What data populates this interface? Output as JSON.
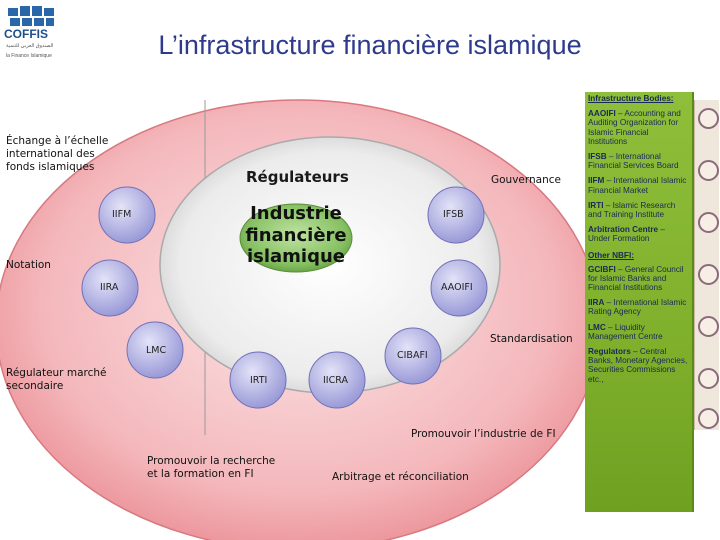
{
  "title": "L’infrastructure financière islamique",
  "logo": {
    "name": "COFFIS",
    "tagline_ar": "الصندوق العربي للتنمية",
    "tagline": "la Finance Islamique"
  },
  "diagram": {
    "center": [
      "Industrie",
      "financière",
      "islamique"
    ],
    "middle_ring": "Régulateurs",
    "labels": {
      "echange": [
        "Échange à l’échelle",
        "international des",
        "fonds islamiques"
      ],
      "gouvernance": "Gouvernance",
      "notation": "Notation",
      "standardisation": "Standardisation",
      "regulateur_secondaire": [
        "Régulateur marché",
        "secondaire"
      ],
      "promouvoir_industrie": "Promouvoir l’industrie de  FI",
      "promouvoir_recherche": [
        "Promouvoir la recherche",
        "et la formation en FI"
      ],
      "arbitrage": "Arbitrage et réconciliation"
    },
    "nodes": {
      "iifm": "IIFM",
      "ifsb": "IFSB",
      "iira": "IIRA",
      "aaoifi": "AAOIFI",
      "lmc": "LMC",
      "cibafi": "CIBAFI",
      "irti": "IRTI",
      "iicra": "IICRA"
    }
  },
  "sidebar": {
    "heading": "Infrastructure Bodies:",
    "entries": [
      {
        "key": "AAOIFI",
        "text": " – Accounting and Auditing Organization for Islamic Financial Institutions"
      },
      {
        "key": "IFSB",
        "text": " – International Financial Services Board"
      },
      {
        "key": "IIFM",
        "text": " – International Islamic Financial Market"
      },
      {
        "key": "IRTI",
        "text": " – Islamic Research and Training Institute"
      },
      {
        "key": "Arbitration Centre",
        "text": " – Under Formation"
      }
    ],
    "heading2": "Other NBFI:",
    "entries2": [
      {
        "key": "GCIBFI",
        "text": " – General Council for Islamic Banks and Financial Institutions"
      },
      {
        "key": "IIRA",
        "text": " – International Islamic Rating Agency"
      },
      {
        "key": "LMC",
        "text": " – Liquidity Management Centre"
      },
      {
        "key": "Regulators",
        "text": " – Central Banks, Monetary Agencies, Securities Commissions etc.,"
      }
    ]
  },
  "colors": {
    "outer_ring": "#f4b8bc",
    "middle_ring": "#ececec",
    "center": "#86c062",
    "node_fill": "#b3b3e6",
    "title": "#2e3a8c",
    "sidebar": "#8fbf3a"
  }
}
